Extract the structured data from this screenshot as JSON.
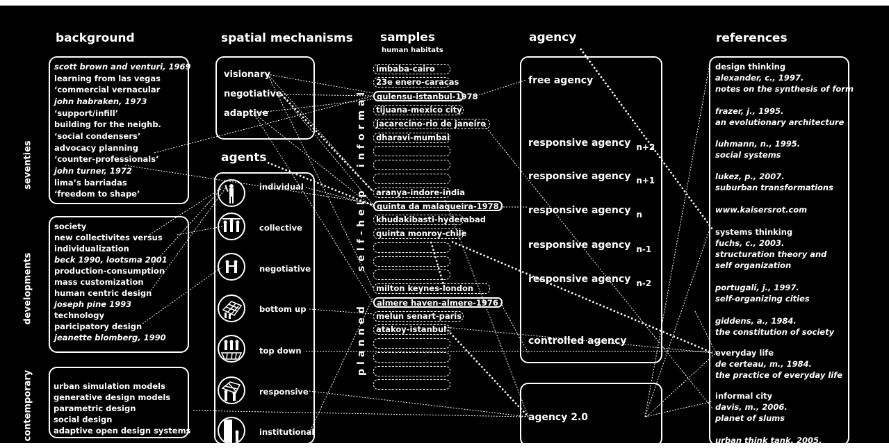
{
  "headers": {
    "background": "background",
    "spatial": "spatial mechanisms",
    "samples": "samples",
    "samples_sub": "human habitats",
    "agency": "agency",
    "references": "references",
    "agents": "agents"
  },
  "periods": [
    "seventies",
    "developments",
    "contemporary"
  ],
  "background": {
    "seventies": [
      "scott brown and venturi, 1969",
      "learning from las vegas",
      "‘commercial vernacular",
      "john habraken, 1973",
      "‘support/infill’",
      "building for the neighb.",
      "‘social condensers’",
      "advocacy planning",
      "‘counter-professionals’",
      "john turner, 1972",
      "lima’s barriadas",
      "‘freedom to shape’"
    ],
    "developments": [
      "society",
      "new collectivites versus",
      "individualization",
      "beck 1990, lootsma 2001",
      "production-consumption",
      "mass customization",
      "human centric design",
      "joseph pine 1993",
      "technology",
      "paricipatory design",
      "jeanette blomberg, 1990"
    ],
    "contemporary": [
      "urban simulation models",
      "generative design models",
      "parametric design",
      "social design",
      "adaptive open design systems"
    ]
  },
  "mechanisms": [
    "visionary",
    "negotiative",
    "adaptive"
  ],
  "agents": [
    "individual",
    "collective",
    "negotiative",
    "bottom up",
    "top down",
    "responsive",
    "institutional"
  ],
  "axis": {
    "informal": "informal",
    "selfhelp": "self-help",
    "planned": "planned"
  },
  "samples": [
    "imbaba-cairo",
    "23e enero-caracas",
    "gulensu-istanbul-1978",
    "tijuana-mexico city",
    "jacarecino-rio de janeiro",
    "dharavi-mumbai",
    "aranya-indore-india",
    "quinta da malagueira-1978",
    "khudakibasti-hyderabad",
    "quinta monroy-chile",
    "milton keynes-london",
    "almere haven-almere-1976",
    "melun senart-paris",
    "atakoy-istanbul"
  ],
  "agency": {
    "free": "free agency",
    "responsive": "responsive agency",
    "subs": [
      "n+2",
      "n+1",
      "n",
      "n-1",
      "n-2"
    ],
    "controlled": "controlled agency",
    "v2": "agency 2.0"
  },
  "references": [
    "design thinking",
    "alexander, c., 1997.",
    "notes on the synthesis of form",
    "frazer, j., 1995.",
    "an evolutionary architecture",
    "luhmann, n., 1995.",
    "social systems",
    "lukez, p., 2007.",
    "suburban transformations",
    "www.kaisersrot.com",
    "systems thinking",
    "fuchs, c., 2003.",
    "structuration theory and",
    "self organization",
    "portugali, j., 1997.",
    "self-organizing cities",
    "giddens, a., 1984.",
    "the constitution of society",
    "everyday life",
    "de certeau, m., 1984.",
    "the practice of everyday life",
    "informal city",
    "davis, m., 2006.",
    "planet of slums",
    "urban think tank, 2005."
  ],
  "colors": {
    "background": "#000000",
    "foreground": "#ffffff"
  }
}
